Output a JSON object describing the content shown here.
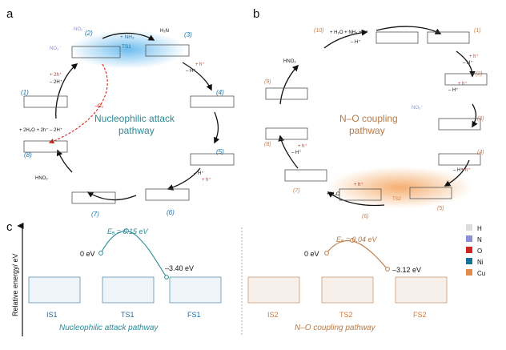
{
  "panel_a": {
    "letter": "a",
    "title_line1": "Nucleophilic attack",
    "title_line2": "pathway",
    "steps": [
      "(1)",
      "(2)",
      "(3)",
      "(4)",
      "(5)",
      "(6)",
      "(7)",
      "(8)"
    ],
    "plus_nh3": "+ NH₃",
    "ts1": "TS1",
    "h2n": "H₂N",
    "minus_o2": "–O₂",
    "reagent_left": "+ 2H₂O + 2h⁺ – 2H⁺",
    "plus_2h": "+ 2h⁺",
    "minus_2h": "– 2H⁺",
    "minus_hplus": "– H⁺",
    "plus_hplus": "+ h⁺",
    "hno2": "HNO₂",
    "no2m_top": "NO₂⁻",
    "no2m_left": "NO₂⁻"
  },
  "panel_b": {
    "letter": "b",
    "title_line1": "N–O coupling",
    "title_line2": "pathway",
    "steps": [
      "(1)",
      "(2)",
      "(3)",
      "(4)",
      "(5)",
      "(6)",
      "(7)",
      "(8)",
      "(9)",
      "(10)"
    ],
    "top_reagent": "+ H₂O + NH₃ + h⁺",
    "minus_hplus": "– H⁺",
    "plus_hplus": "+ h⁺",
    "plus_h2o": "+ H₂O",
    "ts2": "TS2",
    "hno2": "HNO₂",
    "no2m": "NO₂⁻"
  },
  "panel_c": {
    "letter": "c",
    "yaxis_label": "Relative energy/ eV",
    "ni": {
      "ea_label": "Eₐ = 0.15 eV",
      "zero": "0 eV",
      "final": "–3.40 eV",
      "states": [
        "IS1",
        "TS1",
        "FS1"
      ],
      "caption": "Nucleophilic attack pathway"
    },
    "cu": {
      "ea_label": "Eₐ = 0.04 eV",
      "zero": "0 eV",
      "final": "–3.12 eV",
      "states": [
        "IS2",
        "TS2",
        "FS2"
      ],
      "caption": "N–O coupling pathway"
    },
    "legend": [
      {
        "label": "H",
        "color": "#dcdcdc"
      },
      {
        "label": "N",
        "color": "#8a8fd8"
      },
      {
        "label": "O",
        "color": "#d0251e"
      },
      {
        "label": "Ni",
        "color": "#1a6f99"
      },
      {
        "label": "Cu",
        "color": "#e08a4c"
      }
    ]
  },
  "colors": {
    "ni_path": "#2a8a98",
    "cu_path": "#b87a44",
    "ni_accent": "#1b6ea0",
    "cu_accent": "#d47a3a",
    "red": "#d0251e",
    "glow_blue": "#3da7ea",
    "glow_orange": "#f39a4c"
  }
}
